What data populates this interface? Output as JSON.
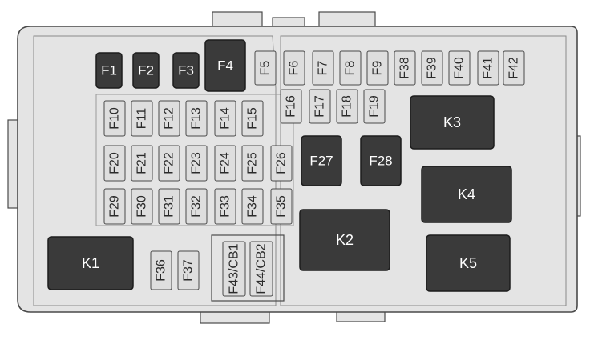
{
  "dark_fuses": [
    "F1",
    "F2",
    "F3",
    "F4",
    "F27",
    "F28"
  ],
  "top_fuses": [
    "F5",
    "F6",
    "F7",
    "F8",
    "F9",
    "F38",
    "F39",
    "F40",
    "F41",
    "F42"
  ],
  "mid_fuses": [
    "F16",
    "F17",
    "F18",
    "F19"
  ],
  "grid_row1": [
    "F10",
    "F11",
    "F12",
    "F13",
    "F14",
    "F15"
  ],
  "grid_row2": [
    "F20",
    "F21",
    "F22",
    "F23",
    "F24",
    "F25",
    "F26"
  ],
  "grid_row3": [
    "F29",
    "F30",
    "F31",
    "F32",
    "F33",
    "F34",
    "F35"
  ],
  "bottom_fuses": [
    "F36",
    "F37"
  ],
  "circuit_breakers": [
    "F43/CB1",
    "F44/CB2"
  ],
  "relays": [
    "K1",
    "K2",
    "K3",
    "K4",
    "K5"
  ],
  "colors": {
    "housing": "#e4e4e4",
    "housing_edge": "#4a4a4a",
    "dark_component": "#3a3a3a",
    "fuse_slot": "#dedede"
  }
}
